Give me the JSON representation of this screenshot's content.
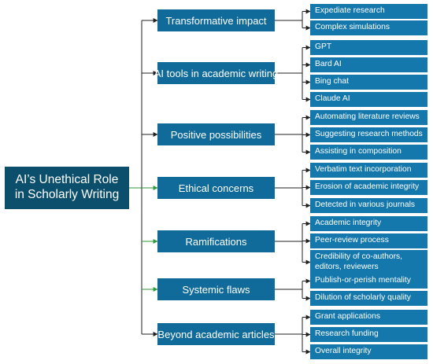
{
  "colors": {
    "root_fill": "#0b4f6c",
    "category_fill": "#106b9a",
    "leaf_fill": "#1578ad",
    "connector": "#222222",
    "connector_accent": "#2e9a3a"
  },
  "root": {
    "label": "AI’s Unethical Role in Scholarly Writing"
  },
  "categories": [
    {
      "label": "Transformative impact",
      "items": [
        "Expediate research",
        "Complex simulations"
      ]
    },
    {
      "label": "AI tools in academic writing",
      "items": [
        "GPT",
        "Bard AI",
        "Bing chat",
        "Claude AI"
      ]
    },
    {
      "label": "Positive possibilities",
      "items": [
        "Automating literature reviews",
        "Suggesting research methods",
        "Assisting in composition"
      ]
    },
    {
      "label": "Ethical concerns",
      "items": [
        "Verbatim text incorporation",
        "Erosion of academic integrity",
        "Detected in various journals"
      ]
    },
    {
      "label": "Ramifications",
      "items": [
        "Academic integrity",
        "Peer-review process",
        "Credibility of co-authors, editors, reviewers"
      ]
    },
    {
      "label": "Systemic flaws",
      "items": [
        "Publish-or-perish mentality",
        "Dilution of scholarly quality"
      ]
    },
    {
      "label": "Beyond academic articles",
      "items": [
        "Grant applications",
        "Research funding",
        "Overall integrity"
      ]
    }
  ]
}
